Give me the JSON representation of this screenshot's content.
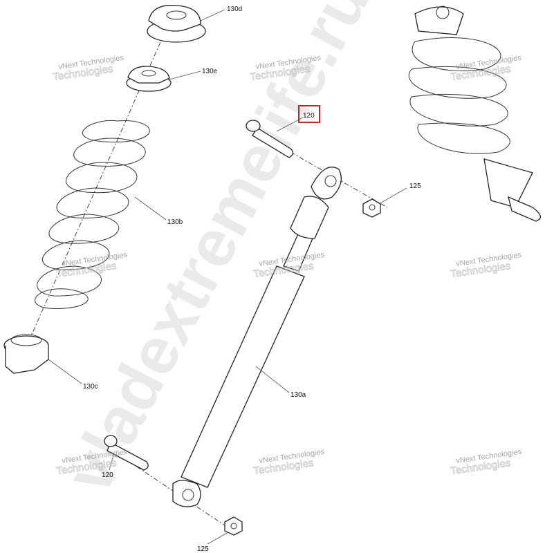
{
  "callouts": {
    "c130d": "130d",
    "c130e": "130e",
    "c130b": "130b",
    "c130c": "130c",
    "c120_top": "120",
    "c125_top": "125",
    "c130a": "130a",
    "c120_bottom": "120",
    "c125_bottom": "125"
  },
  "highlight_color": "#c0272d",
  "watermark": {
    "small_line1": "vNext Technologies",
    "small_line2": "Technologies",
    "large": "vladextremelife.ru"
  }
}
